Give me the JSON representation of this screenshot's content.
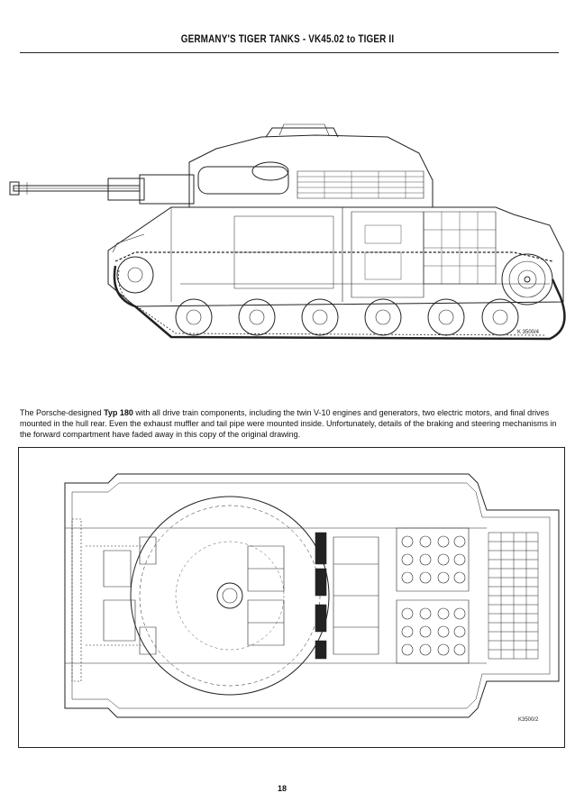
{
  "header": {
    "title": "GERMANY'S TIGER TANKS - VK45.02 to TIGER II"
  },
  "caption": {
    "pre": "The Porsche-designed ",
    "bold": "Typ 180",
    "post": " with all drive train components, including the twin V-10 engines and generators, two electric motors, and final drives mounted in the hull rear. Even the exhaust muffler and tail pipe were mounted inside. Unfortunately, details of the braking and steering mechanisms in the forward compartment have faded away in this copy of the original drawing."
  },
  "drawings": {
    "side_view_code": "K 3500/4",
    "top_view_code": "K3500/2"
  },
  "page_number": "18"
}
